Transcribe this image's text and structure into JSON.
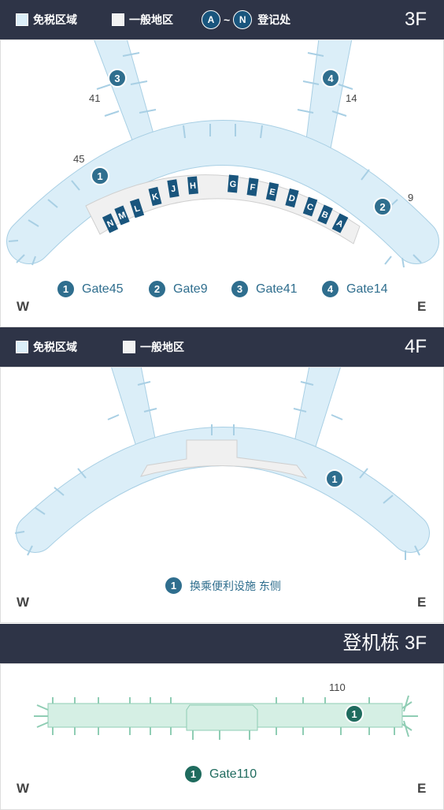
{
  "legend": {
    "duty_free": "免税区域",
    "general": "一般地区",
    "counter_from": "A",
    "counter_sep": "~",
    "counter_to": "N",
    "counters": "登记处"
  },
  "floor1": {
    "title": "3F",
    "west": "W",
    "east": "E",
    "gate_numbers": [
      "41",
      "45",
      "14",
      "9"
    ],
    "counters": [
      "N",
      "M",
      "L",
      "K",
      "J",
      "H",
      "G",
      "F",
      "E",
      "D",
      "C",
      "B",
      "A"
    ],
    "markers": [
      {
        "num": "1",
        "label": "Gate45"
      },
      {
        "num": "2",
        "label": "Gate9"
      },
      {
        "num": "3",
        "label": "Gate41"
      },
      {
        "num": "4",
        "label": "Gate14"
      }
    ]
  },
  "floor2": {
    "title": "4F",
    "west": "W",
    "east": "E",
    "markers": [
      {
        "num": "1",
        "label": "换乘便利设施 东侧"
      }
    ]
  },
  "floor3": {
    "title": "登机栋 3F",
    "west": "W",
    "east": "E",
    "gate_number": "110",
    "markers": [
      {
        "num": "1",
        "label": "Gate110"
      }
    ]
  },
  "colors": {
    "header_bg": "#2e3447",
    "duty_free": "#dbeef8",
    "general": "#f2f2f2",
    "marker": "#2f6e8e",
    "counter": "#19557d",
    "concourse": "#d5efe4",
    "marker_green": "#1f6b5e"
  }
}
